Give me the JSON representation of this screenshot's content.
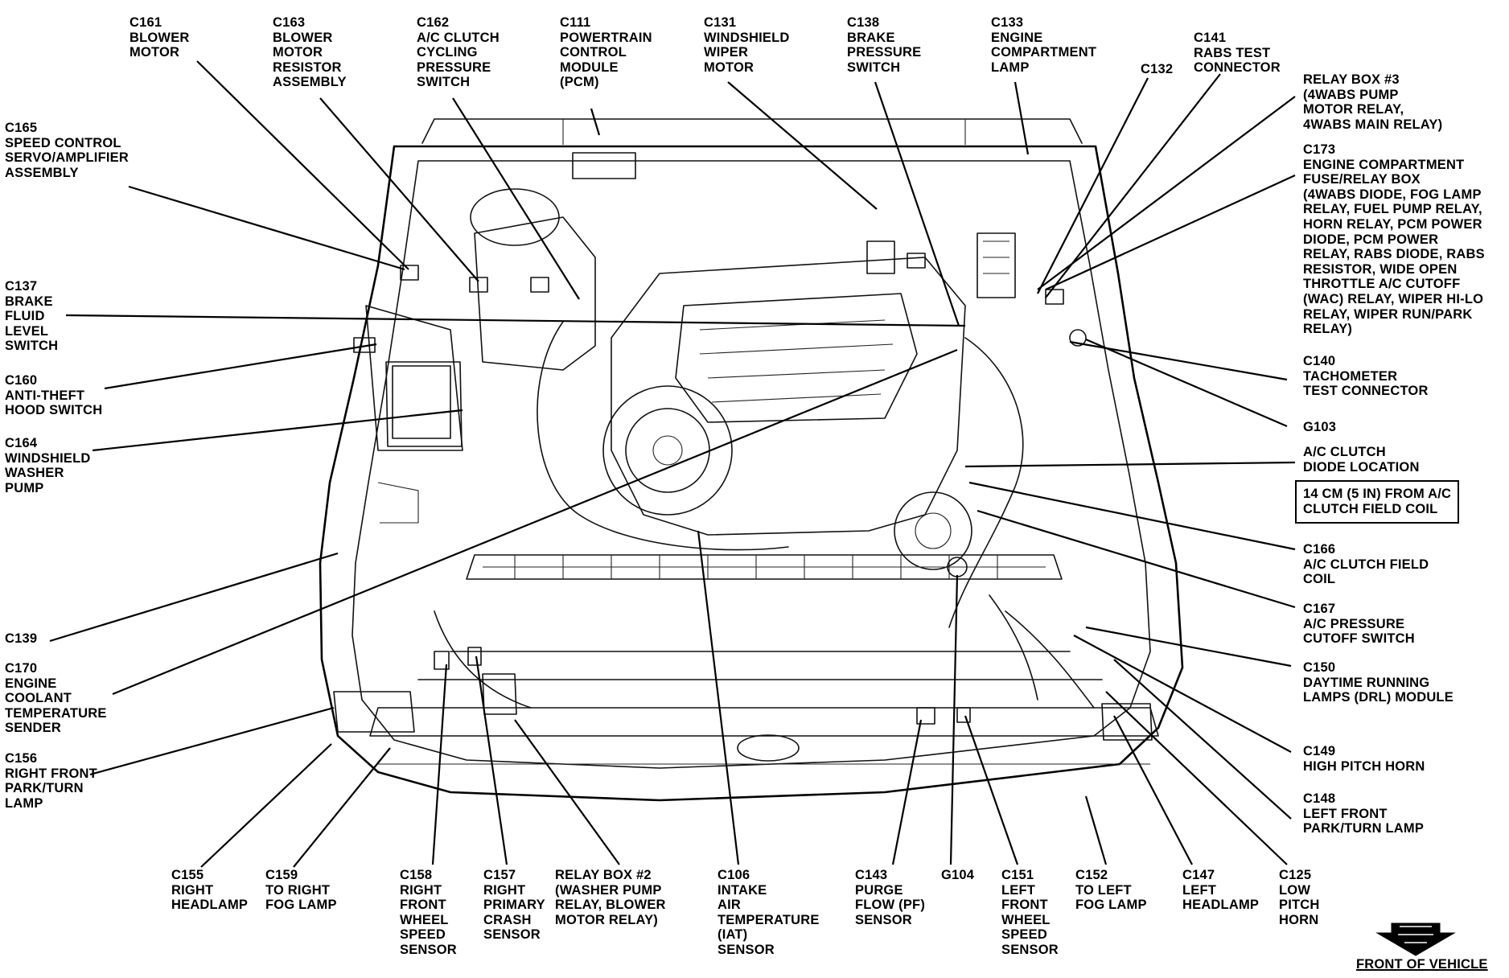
{
  "labels": {
    "c161": "C161\nBLOWER\nMOTOR",
    "c163": "C163\nBLOWER\nMOTOR\nRESISTOR\nASSEMBLY",
    "c162": "C162\nA/C CLUTCH\nCYCLING\nPRESSURE\nSWITCH",
    "c111": "C111\nPOWERTRAIN\nCONTROL\nMODULE\n(PCM)",
    "c131": "C131\nWINDSHIELD\nWIPER\nMOTOR",
    "c138": "C138\nBRAKE\nPRESSURE\nSWITCH",
    "c133": "C133\nENGINE\nCOMPARTMENT\nLAMP",
    "c132": "C132",
    "c141": "C141\nRABS TEST\nCONNECTOR",
    "relay3": "RELAY BOX #3\n(4WABS PUMP\nMOTOR RELAY,\n4WABS MAIN RELAY)",
    "c173": "C173\nENGINE COMPARTMENT\nFUSE/RELAY BOX\n(4WABS DIODE, FOG LAMP\nRELAY, FUEL PUMP RELAY,\nHORN RELAY, PCM POWER\nDIODE, PCM POWER\nRELAY, RABS DIODE, RABS\nRESISTOR, WIDE OPEN\nTHROTTLE A/C CUTOFF\n(WAC) RELAY, WIPER HI-LO\nRELAY, WIPER RUN/PARK\nRELAY)",
    "c165": "C165\nSPEED CONTROL\nSERVO/AMPLIFIER\nASSEMBLY",
    "c137": "C137\nBRAKE\nFLUID\nLEVEL\nSWITCH",
    "c160": "C160\nANTI-THEFT\nHOOD SWITCH",
    "c164": "C164\nWINDSHIELD\nWASHER\nPUMP",
    "c139": "C139",
    "c170": "C170\nENGINE\nCOOLANT\nTEMPERATURE\nSENDER",
    "c156": "C156\nRIGHT FRONT\nPARK/TURN\nLAMP",
    "c140": "C140\nTACHOMETER\nTEST CONNECTOR",
    "g103": "G103",
    "acdiode": "A/C CLUTCH\nDIODE LOCATION",
    "acnote": "14 CM (5 IN) FROM A/C\nCLUTCH FIELD COIL",
    "c166": "C166\nA/C CLUTCH FIELD\nCOIL",
    "c167": "C167\nA/C PRESSURE\nCUTOFF SWITCH",
    "c150": "C150\nDAYTIME RUNNING\nLAMPS (DRL) MODULE",
    "c149": "C149\nHIGH PITCH HORN",
    "c148": "C148\nLEFT FRONT\nPARK/TURN LAMP",
    "c155": "C155\nRIGHT\nHEADLAMP",
    "c159": "C159\nTO RIGHT\nFOG LAMP",
    "c158": "C158\nRIGHT\nFRONT\nWHEEL\nSPEED\nSENSOR",
    "c157": "C157\nRIGHT\nPRIMARY\nCRASH\nSENSOR",
    "relay2": "RELAY BOX #2\n(WASHER PUMP\nRELAY, BLOWER\nMOTOR RELAY)",
    "c106": "C106\nINTAKE\nAIR\nTEMPERATURE\n(IAT)\nSENSOR",
    "c143": "C143\nPURGE\nFLOW (PF)\nSENSOR",
    "g104": "G104",
    "c151": "C151\nLEFT\nFRONT\nWHEEL\nSPEED\nSENSOR",
    "c152": "C152\nTO LEFT\nFOG LAMP",
    "c147": "C147\nLEFT\nHEADLAMP",
    "c125": "C125\nLOW\nPITCH\nHORN",
    "front": "FRONT OF VEHICLE"
  },
  "icons": {
    "front_arrow": "down-arrow-icon"
  },
  "colors": {
    "ink": "#000000",
    "paper": "#ffffff"
  }
}
